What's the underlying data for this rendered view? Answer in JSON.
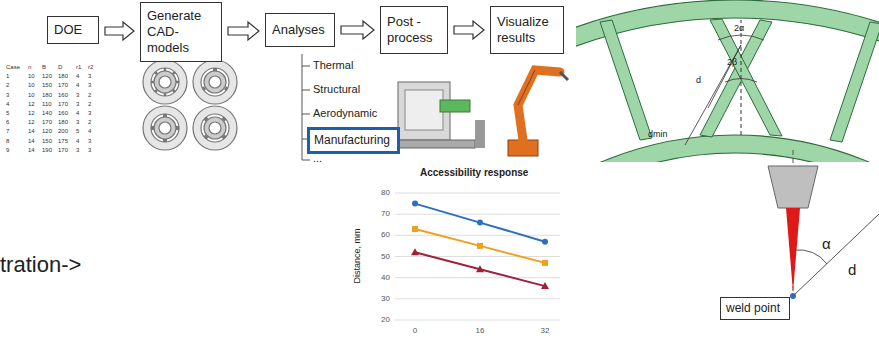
{
  "diagram": {
    "nodes": [
      {
        "text": [
          "DOE"
        ]
      },
      {
        "text": [
          "Generate CAD-models"
        ]
      },
      {
        "text": [
          "Analyses"
        ]
      },
      {
        "text": [
          "Post - process"
        ]
      },
      {
        "text": [
          "Visualize results"
        ]
      },
      {
        "text": [
          "Manufacturing"
        ]
      },
      {
        "text": [
          "weld point"
        ]
      }
    ],
    "edges": [
      {
        "from": 0,
        "to": 1,
        "arrow": "to"
      },
      {
        "from": 1,
        "to": 2,
        "arrow": "to"
      },
      {
        "from": 2,
        "to": 3,
        "arrow": "to"
      },
      {
        "from": 3,
        "to": 4,
        "arrow": "to"
      }
    ],
    "labels": [
      "Case",
      "n",
      "B",
      "D",
      "r1",
      "r2",
      "1",
      "10",
      "120",
      "180",
      "4",
      "3",
      "2",
      "10",
      "150",
      "170",
      "4",
      "3",
      "3",
      "10",
      "180",
      "160",
      "3",
      "2",
      "4",
      "12",
      "110",
      "170",
      "3",
      "2",
      "5",
      "12",
      "140",
      "160",
      "4",
      "3",
      "6",
      "12",
      "170",
      "180",
      "3",
      "2",
      "7",
      "14",
      "120",
      "200",
      "5",
      "4",
      "8",
      "14",
      "150",
      "175",
      "4",
      "3",
      "9",
      "14",
      "190",
      "170",
      "3",
      "3",
      "Thermal",
      "Structural",
      "Aerodynamic",
      "...",
      "Accessibility response",
      "Distance, mm",
      "80",
      "70",
      "60",
      "50",
      "40",
      "30",
      "20",
      "0",
      "16",
      "32",
      "2α",
      "d",
      "2β",
      "dmin",
      "α",
      "d",
      "tration->"
    ]
  }
}
